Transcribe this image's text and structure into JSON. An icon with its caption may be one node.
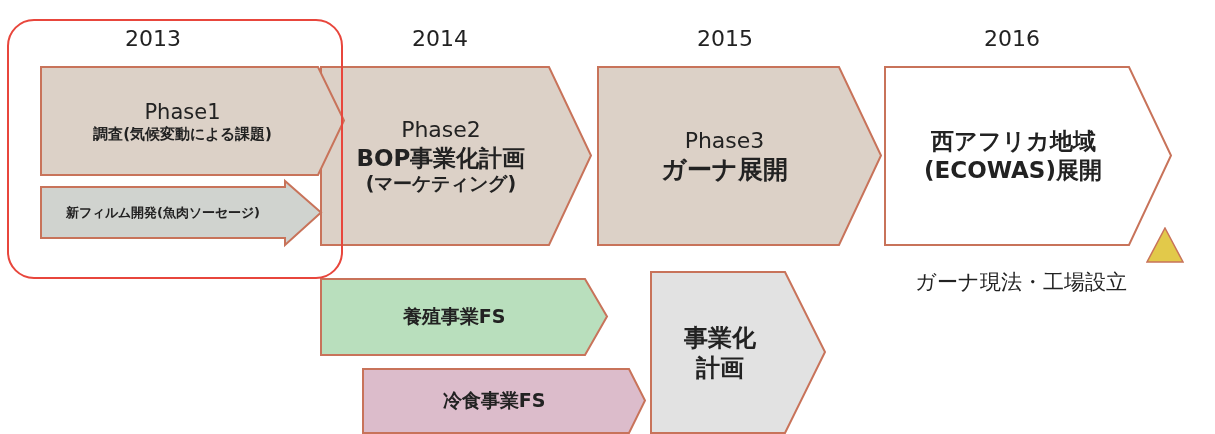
{
  "diagram": {
    "nodes": [
      {
        "text": [
          "Phase1",
          "調査(気候変動による課題)"
        ]
      },
      {
        "text": [
          "新フィルム開発(魚肉ソーセージ)"
        ]
      },
      {
        "text": [
          "Phase2",
          "BOP事業化計画",
          "(マーケティング)"
        ]
      },
      {
        "text": [
          "Phase3",
          "ガーナ展開"
        ]
      },
      {
        "text": [
          "西アフリカ地域(ECOWAS)展開"
        ]
      },
      {
        "text": [
          "養殖事業FS"
        ]
      },
      {
        "text": [
          "冷食事業FS"
        ]
      },
      {
        "text": [
          "事業化計画"
        ]
      }
    ],
    "labels": [
      "2013",
      "2014",
      "2015",
      "2016",
      "ガーナ現法・工場設立"
    ]
  }
}
